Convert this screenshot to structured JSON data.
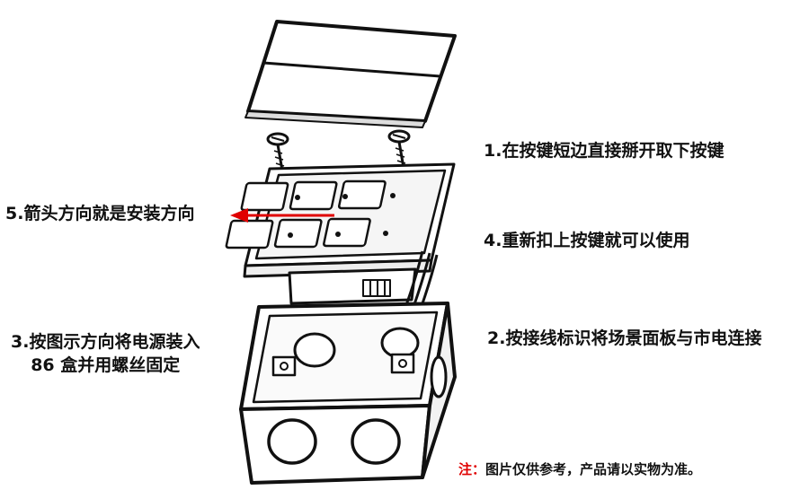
{
  "steps": {
    "step1": "1.在按键短边直接掰开取下按键",
    "step2": "2.按接线标识将场景面板与市电连接",
    "step3_line1": "3.按图示方向将电源装入",
    "step3_line2": "86 盒并用螺丝固定",
    "step4": "4.重新扣上按键就可以使用",
    "step5": "5.箭头方向就是安装方向"
  },
  "note": {
    "prefix": "注：",
    "text": "图片仅供参考，产品请以实物为准。"
  },
  "colors": {
    "arrow": "#e00000",
    "note_prefix": "#e00000",
    "line": "#111111"
  }
}
